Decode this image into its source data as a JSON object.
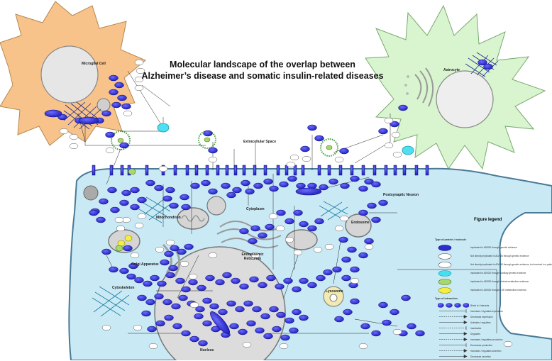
{
  "title": {
    "line1": "Molecular landscape of the overlap between",
    "line2": "Alzheimer’s disease and somatic insulin-related diseases"
  },
  "labels": {
    "microglial_cell": "Microglial Cell",
    "astrocyte": "Astrocyte",
    "extracellular_space": "Extracellular Space",
    "postsynaptic_neuron": "Postsynaptic Neuron",
    "mitochondrion": "Mitochondrion",
    "cytoplasm": "Cytoplasm",
    "endosome": "Endosome",
    "endoplasmic_reticulum": "Endoplasmic Reticulum",
    "golgi_apparatus": "Golgi Apparatus",
    "cytoskeleton": "Cytoskeleton",
    "lysosome": "Lysosome",
    "nucleus": "Nucleus"
  },
  "legend": {
    "title": "Figure legend",
    "type_protein_header": "Type of protein / molecule",
    "type_interaction_header": "Type of interaction",
    "protein_types": [
      {
        "text": "Implicated in AD/SID through genetic evidence",
        "fill": "#2c2ccf",
        "stroke": "#10107a"
      },
      {
        "text": "Not directly implicated in AD/SID through genetic evidence",
        "fill": "#ffffff",
        "stroke": "#555555"
      },
      {
        "text": "Not directly implicated in AD/SID through genetic evidence, but involved in a pathway",
        "fill": "#ffffff",
        "stroke": "#555555"
      },
      {
        "text": "Implicated in AD/SID through auxiliary genetic evidence",
        "fill": "#44e0f0",
        "stroke": "#2299aa"
      },
      {
        "text": "Implicated in AD/SID through clinical metabolism evidence",
        "fill": "#a8d86a",
        "stroke": "#4a7a20"
      },
      {
        "text": "Implicated in AD/SID through LOE metabolism evidence",
        "fill": "#f4ee44",
        "stroke": "#8a8a10"
      }
    ],
    "interaction_types": [
      "Binds to / interacts",
      "Increases / regulates expression",
      "Decreases expression",
      "Activates / regulates",
      "Inactivates",
      "Degrades",
      "Increases / regulates production",
      "Decreases production",
      "Increases / regulates secretion",
      "Decreases secretion"
    ]
  },
  "colors": {
    "microglia_fill": "#f8c38a",
    "astrocyte_fill": "#d9f5cf",
    "neuron_fill": "#c9e9f5",
    "nucleus_fill": "#dcdcdc",
    "protein_fill": "#2a2ad0",
    "aux_fill": "#4ce0f2",
    "organelle_fill": "#cfcfcf"
  }
}
